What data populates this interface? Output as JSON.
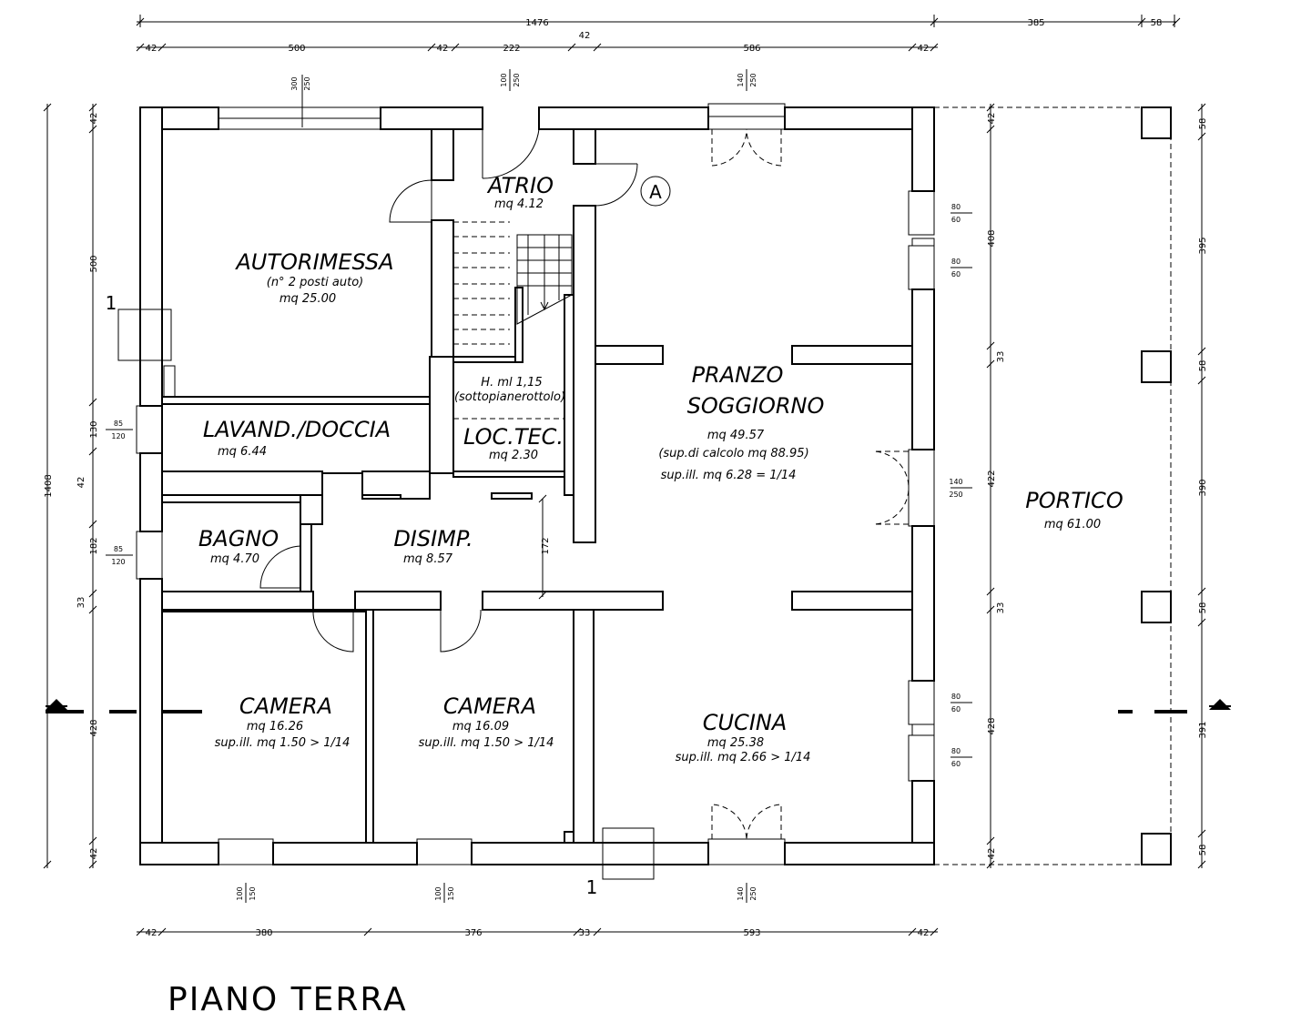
{
  "title": "PIANO TERRA",
  "section_marker": "1",
  "entrance_marker": "A",
  "rooms": {
    "autorimessa": {
      "name": "AUTORIMESSA",
      "note": "(n° 2 posti auto)",
      "area": "mq 25.00"
    },
    "atrio": {
      "name": "ATRIO",
      "area": "mq 4.12"
    },
    "loc_tec": {
      "height_note": "H. ml 1,15",
      "note": "(sottopianerottolo)",
      "name": "LOC.TEC.",
      "area": "mq 2.30"
    },
    "lavand": {
      "name": "LAVAND./DOCCIA",
      "area": "mq 6.44"
    },
    "bagno": {
      "name": "BAGNO",
      "area": "mq 4.70"
    },
    "disimp": {
      "name": "DISIMP.",
      "area": "mq 8.57"
    },
    "pranzo": {
      "name_line1": "PRANZO",
      "name_line2": "SOGGIORNO",
      "area": "mq 49.57",
      "calc": "(sup.di calcolo mq 88.95)",
      "ill": "sup.ill. mq 6.28 = 1/14"
    },
    "camera1": {
      "name": "CAMERA",
      "area": "mq 16.26",
      "ill": "sup.ill. mq 1.50 > 1/14"
    },
    "camera2": {
      "name": "CAMERA",
      "area": "mq 16.09",
      "ill": "sup.ill. mq 1.50 > 1/14"
    },
    "cucina": {
      "name": "CUCINA",
      "area": "mq 25.38",
      "ill": "sup.ill. mq 2.66 > 1/14"
    },
    "portico": {
      "name": "PORTICO",
      "area": "mq 61.00"
    }
  },
  "dims": {
    "top_total": "1476",
    "top_portico": "385",
    "top_pillar": "58",
    "top": [
      "42",
      "500",
      "42",
      "222",
      "42",
      "586",
      "42"
    ],
    "bottom": [
      "42",
      "380",
      "376",
      "33",
      "593",
      "42"
    ],
    "left_total": "1408",
    "left": [
      "42",
      "500",
      "130",
      "42",
      "182",
      "33",
      "428",
      "42"
    ],
    "right_inner": [
      "42",
      "408",
      "33",
      "422",
      "33",
      "428",
      "42"
    ],
    "right_outer": [
      "58",
      "395",
      "58",
      "390",
      "58",
      "391",
      "58"
    ],
    "stair_landing": "172"
  },
  "openings": {
    "garage_top": [
      "300",
      "250"
    ],
    "atrio_top": [
      "100",
      "250"
    ],
    "pranzo_top": [
      "140",
      "250"
    ],
    "right_win": [
      "80",
      "60"
    ],
    "right_door": [
      "140",
      "250"
    ],
    "left_win": [
      "85",
      "120"
    ],
    "bottom_win": [
      "100",
      "150"
    ],
    "cucina_bottom": [
      "140",
      "250"
    ]
  }
}
